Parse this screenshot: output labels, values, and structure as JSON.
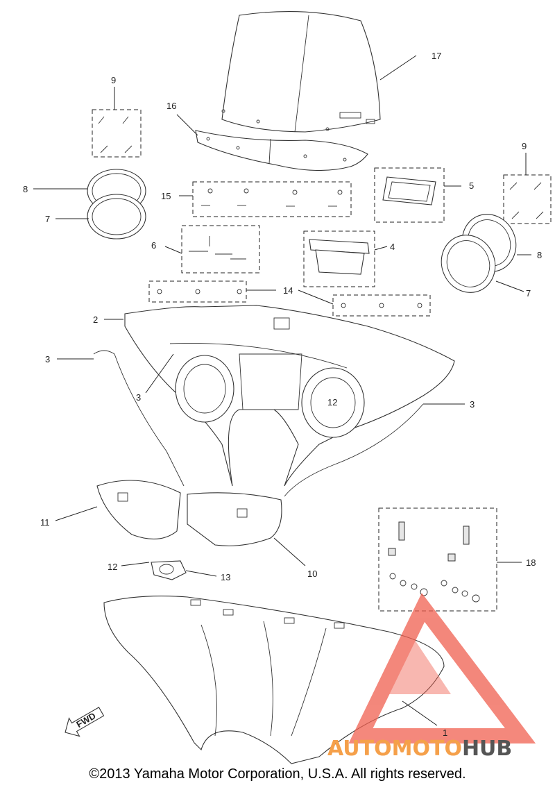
{
  "callouts": {
    "c1": "1",
    "c2": "2",
    "c3a": "3",
    "c3b": "3",
    "c3c": "3",
    "c4": "4",
    "c5": "5",
    "c6": "6",
    "c7a": "7",
    "c7b": "7",
    "c8a": "8",
    "c8b": "8",
    "c9a": "9",
    "c9b": "9",
    "c10": "10",
    "c11": "11",
    "c12a": "12",
    "c12b": "12",
    "c13": "13",
    "c14": "14",
    "c15": "15",
    "c16": "16",
    "c17": "17",
    "c18": "18"
  },
  "fwd_label": "FWD",
  "watermark": {
    "part1": "AUTOMOTO",
    "part2": "HUB",
    "color1": "#f5a04a",
    "color2": "#555555",
    "logo_color": "#f06050"
  },
  "copyright": "©2013 Yamaha Motor Corporation, U.S.A. All rights reserved."
}
